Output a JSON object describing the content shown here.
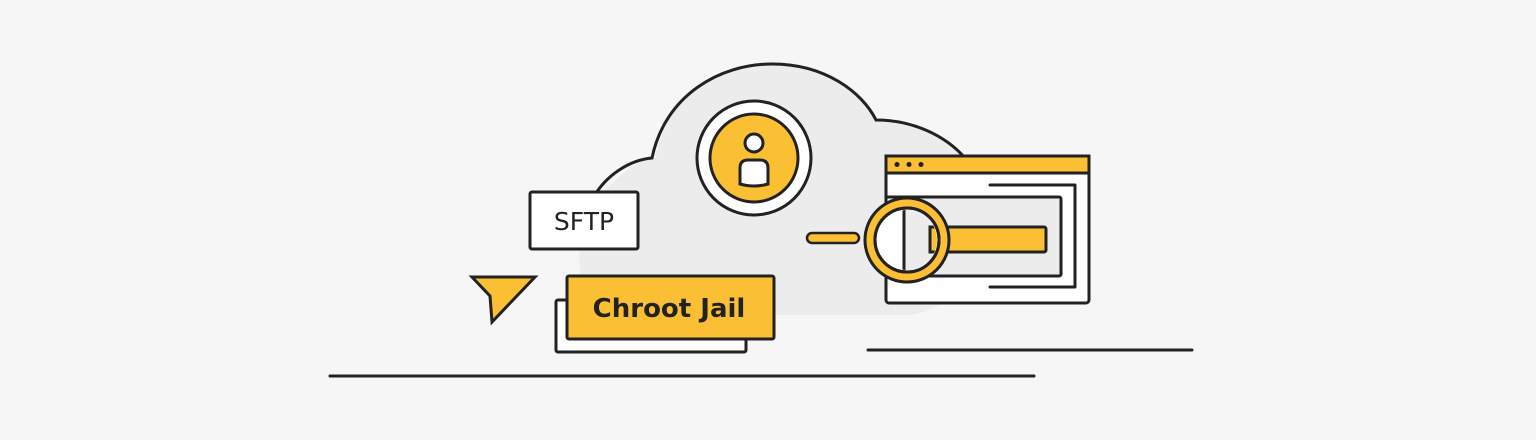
{
  "illustration": {
    "title": "SFTP Chroot Jail",
    "labels": {
      "sftp": "SFTP",
      "chroot": "Chroot Jail"
    },
    "icons": [
      "cloud-icon",
      "user-icon",
      "browser-window-icon",
      "magnifier-icon",
      "cursor-arrow-icon"
    ],
    "colors": {
      "background": "#f6f6f6",
      "cloud": "#ececec",
      "accent": "#fbbf33",
      "stroke": "#222222",
      "white": "#ffffff"
    }
  }
}
